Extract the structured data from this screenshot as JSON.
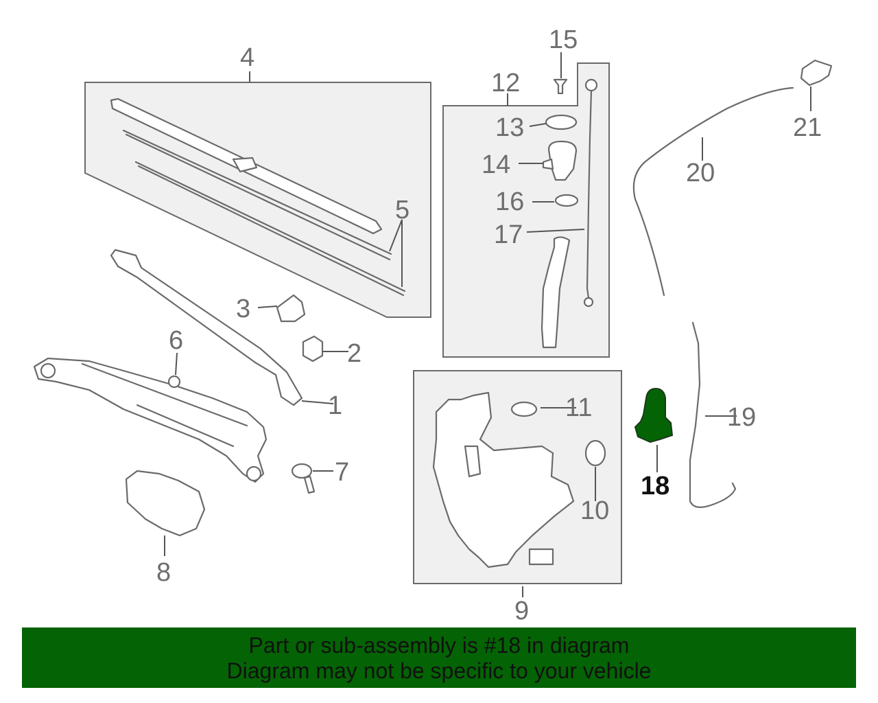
{
  "diagram": {
    "highlight_color": "#046304",
    "highlighted_part": "18",
    "callouts": [
      {
        "id": "c1",
        "label": "1"
      },
      {
        "id": "c2",
        "label": "2"
      },
      {
        "id": "c3",
        "label": "3"
      },
      {
        "id": "c4",
        "label": "4"
      },
      {
        "id": "c5",
        "label": "5"
      },
      {
        "id": "c6",
        "label": "6"
      },
      {
        "id": "c7",
        "label": "7"
      },
      {
        "id": "c8",
        "label": "8"
      },
      {
        "id": "c9",
        "label": "9"
      },
      {
        "id": "c10",
        "label": "10"
      },
      {
        "id": "c11",
        "label": "11"
      },
      {
        "id": "c12",
        "label": "12"
      },
      {
        "id": "c13",
        "label": "13"
      },
      {
        "id": "c14",
        "label": "14"
      },
      {
        "id": "c15",
        "label": "15"
      },
      {
        "id": "c16",
        "label": "16"
      },
      {
        "id": "c17",
        "label": "17"
      },
      {
        "id": "c18",
        "label": "18"
      },
      {
        "id": "c19",
        "label": "19"
      },
      {
        "id": "c20",
        "label": "20"
      },
      {
        "id": "c21",
        "label": "21"
      }
    ]
  },
  "banner": {
    "line1": "Part or sub-assembly is #18 in diagram",
    "line2": "Diagram may not be specific to your vehicle",
    "background": "#046304"
  }
}
